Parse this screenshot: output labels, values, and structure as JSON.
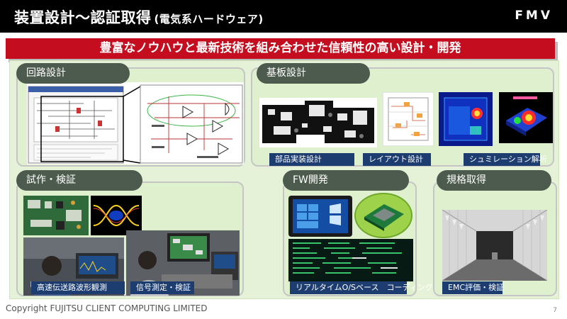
{
  "header": {
    "title": "装置設計～認証取得",
    "subtitle": "(電気系ハードウェア)",
    "brand": "FMV"
  },
  "banner": {
    "text": "豊富なノウハウと最新技術を組み合わせた信頼性の高い設計・開発"
  },
  "sections": {
    "circuit": {
      "label": "回路設計"
    },
    "board": {
      "label": "基板設計",
      "captions": [
        "部品実装設計",
        "レイアウト設計",
        "シュミレーション解析"
      ]
    },
    "prototype": {
      "label": "試作・検証",
      "captions": [
        "高速伝送路波形観測",
        "信号測定・検証"
      ]
    },
    "firmware": {
      "label": "FW開発",
      "captions": [
        "リアルタイムO/Sベース　コーディング"
      ]
    },
    "standards": {
      "label": "規格取得",
      "captions": [
        "EMC評価・検証"
      ]
    }
  },
  "footer": {
    "copyright": "Copyright FUJITSU CLIENT COMPUTING LIMITED",
    "page": "7"
  }
}
